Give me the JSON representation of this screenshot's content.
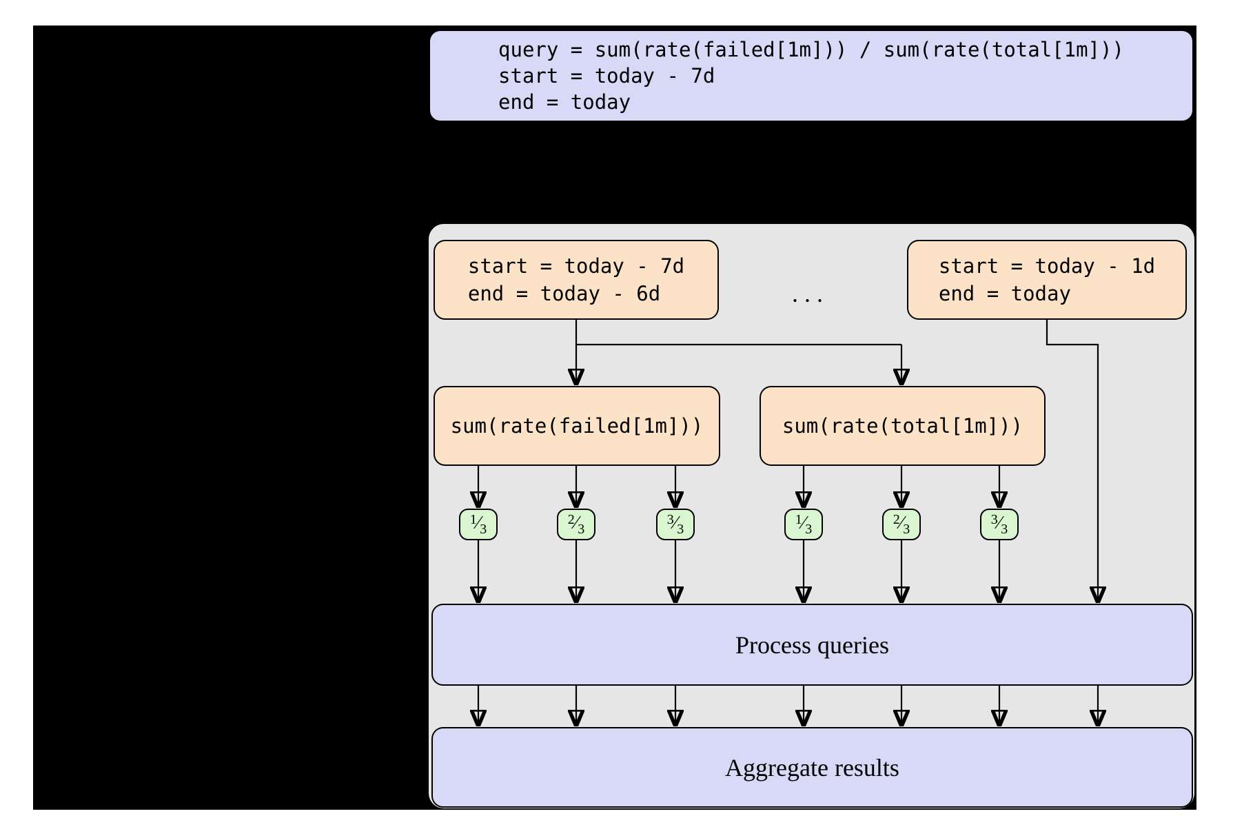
{
  "slide": {
    "background_color": "#000000",
    "panel_color": "#e6e6e6"
  },
  "colors": {
    "code_box": "#d8d8f7",
    "range_box": "#fce3c7",
    "shard_box": "#d9f6d1",
    "stage_bar": "#d8d8f7",
    "border": "#000000"
  },
  "query_box": {
    "lines": [
      "query = sum(rate(failed[1m])) / sum(rate(total[1m]))",
      "start = today - 7d",
      "end = today"
    ]
  },
  "splits": {
    "first": {
      "lines": [
        "start = today - 7d",
        "end = today - 6d"
      ]
    },
    "ellipsis": "...",
    "last": {
      "lines": [
        "start = today - 1d",
        "end = today"
      ]
    }
  },
  "subqueries": {
    "failed": "sum(rate(failed[1m]))",
    "total": "sum(rate(total[1m]))"
  },
  "shards": [
    {
      "n": "1",
      "slash": "⁄",
      "d": "3"
    },
    {
      "n": "2",
      "slash": "⁄",
      "d": "3"
    },
    {
      "n": "3",
      "slash": "⁄",
      "d": "3"
    },
    {
      "n": "1",
      "slash": "⁄",
      "d": "3"
    },
    {
      "n": "2",
      "slash": "⁄",
      "d": "3"
    },
    {
      "n": "3",
      "slash": "⁄",
      "d": "3"
    }
  ],
  "process": {
    "label": "Process queries"
  },
  "aggregate": {
    "label": "Aggregate results"
  }
}
